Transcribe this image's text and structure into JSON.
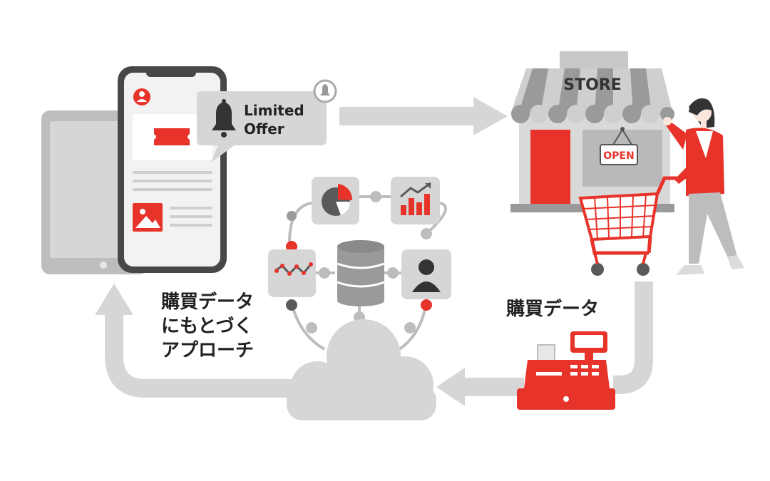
{
  "notification": {
    "line1": "Limited",
    "line2": "Offer"
  },
  "store": {
    "sign": "STORE",
    "open_sign": "OPEN"
  },
  "labels": {
    "purchase_data": "購買データ",
    "approach_line1": "購買データ",
    "approach_line2": "にもとづく",
    "approach_line3": "アプローチ"
  },
  "colors": {
    "accent": "#e8332a",
    "gray_light": "#d6d6d6",
    "gray_mid": "#bdbdbd",
    "gray_dark": "#5a5a5a",
    "text": "#222222"
  },
  "icons": [
    "bell-icon",
    "user-icon",
    "ticket-icon",
    "image-icon",
    "pie-chart-icon",
    "bar-chart-icon",
    "line-chart-icon",
    "database-icon",
    "person-icon",
    "cloud-icon",
    "shopping-cart-icon",
    "cash-register-icon",
    "store-icon"
  ]
}
